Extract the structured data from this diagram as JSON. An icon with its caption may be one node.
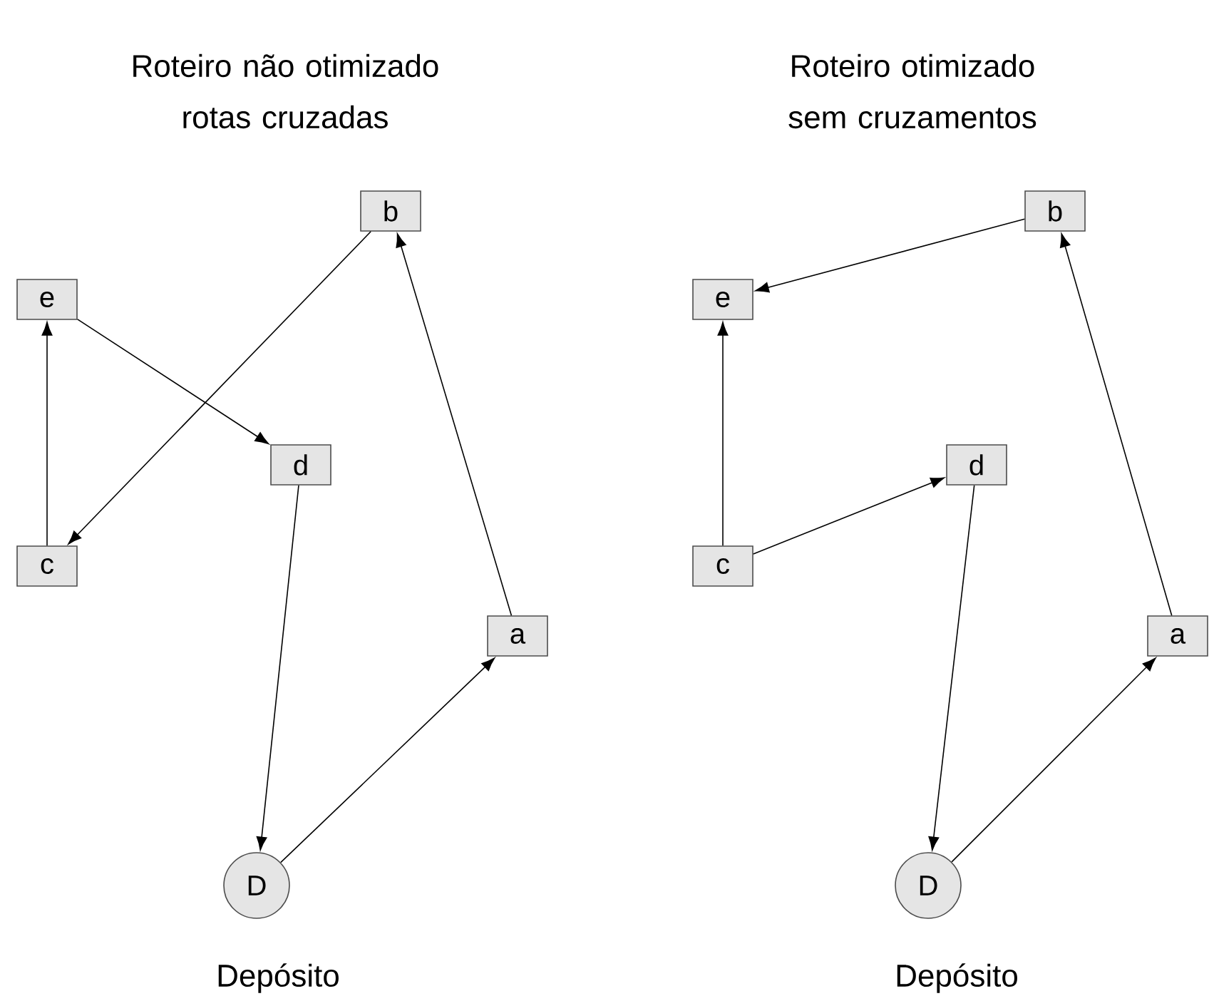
{
  "diagram": {
    "nodes": [
      {
        "text": [
          "b"
        ]
      },
      {
        "text": [
          "e"
        ]
      },
      {
        "text": [
          "d"
        ]
      },
      {
        "text": [
          "c"
        ]
      },
      {
        "text": [
          "a"
        ]
      },
      {
        "text": [
          "D"
        ],
        "beside": [
          "Depósito"
        ]
      },
      {
        "text": [
          "b"
        ]
      },
      {
        "text": [
          "e"
        ]
      },
      {
        "text": [
          "d"
        ]
      },
      {
        "text": [
          "c"
        ]
      },
      {
        "text": [
          "a"
        ]
      },
      {
        "text": [
          "D"
        ],
        "beside": [
          "Depósito"
        ]
      }
    ],
    "edges": [
      {
        "from": 5,
        "to": 4,
        "arrow": "to"
      },
      {
        "from": 4,
        "to": 0,
        "arrow": "to"
      },
      {
        "from": 0,
        "to": 3,
        "arrow": "to"
      },
      {
        "from": 3,
        "to": 1,
        "arrow": "to"
      },
      {
        "from": 1,
        "to": 2,
        "arrow": "to"
      },
      {
        "from": 2,
        "to": 5,
        "arrow": "to"
      },
      {
        "from": 11,
        "to": 10,
        "arrow": "to"
      },
      {
        "from": 10,
        "to": 6,
        "arrow": "to"
      },
      {
        "from": 6,
        "to": 7,
        "arrow": "to"
      },
      {
        "from": 9,
        "to": 7,
        "arrow": "to"
      },
      {
        "from": 9,
        "to": 8,
        "arrow": "to"
      },
      {
        "from": 8,
        "to": 11,
        "arrow": "to"
      }
    ],
    "labels": [
      "Roteiro não otimizado rotas cruzadas",
      "Roteiro otimizado sem cruzamentos"
    ]
  }
}
